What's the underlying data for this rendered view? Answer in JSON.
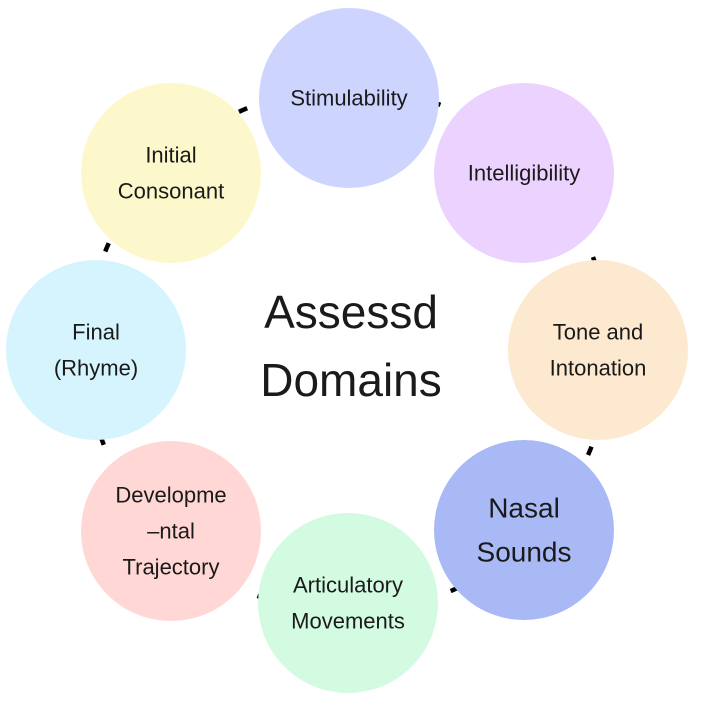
{
  "center": {
    "line1": "Assessd",
    "line2": "Domains"
  },
  "nodes": [
    {
      "id": "stimulability",
      "lines": [
        "Stimulability"
      ],
      "color": "#cdd5ff"
    },
    {
      "id": "intelligibility",
      "lines": [
        "Intelligibility"
      ],
      "color": "#ecd3ff"
    },
    {
      "id": "tone-and-intonation",
      "lines": [
        "Tone and",
        "Intonation"
      ],
      "color": "#fde9cf"
    },
    {
      "id": "nasal-sounds",
      "lines": [
        "Nasal",
        "Sounds"
      ],
      "color": "#a9b9f6"
    },
    {
      "id": "articulatory-movements",
      "lines": [
        "Articulatory",
        "Movements"
      ],
      "color": "#d3fbe1"
    },
    {
      "id": "developmental-trajectory",
      "lines": [
        "Developme",
        "–ntal",
        "Trajectory"
      ],
      "color": "#ffd7d5"
    },
    {
      "id": "final-rhyme",
      "lines": [
        "Final",
        "(Rhyme)"
      ],
      "color": "#d6f4fd"
    },
    {
      "id": "initial-consonant",
      "lines": [
        "Initial",
        "Consonant"
      ],
      "color": "#fdf8cb"
    }
  ]
}
